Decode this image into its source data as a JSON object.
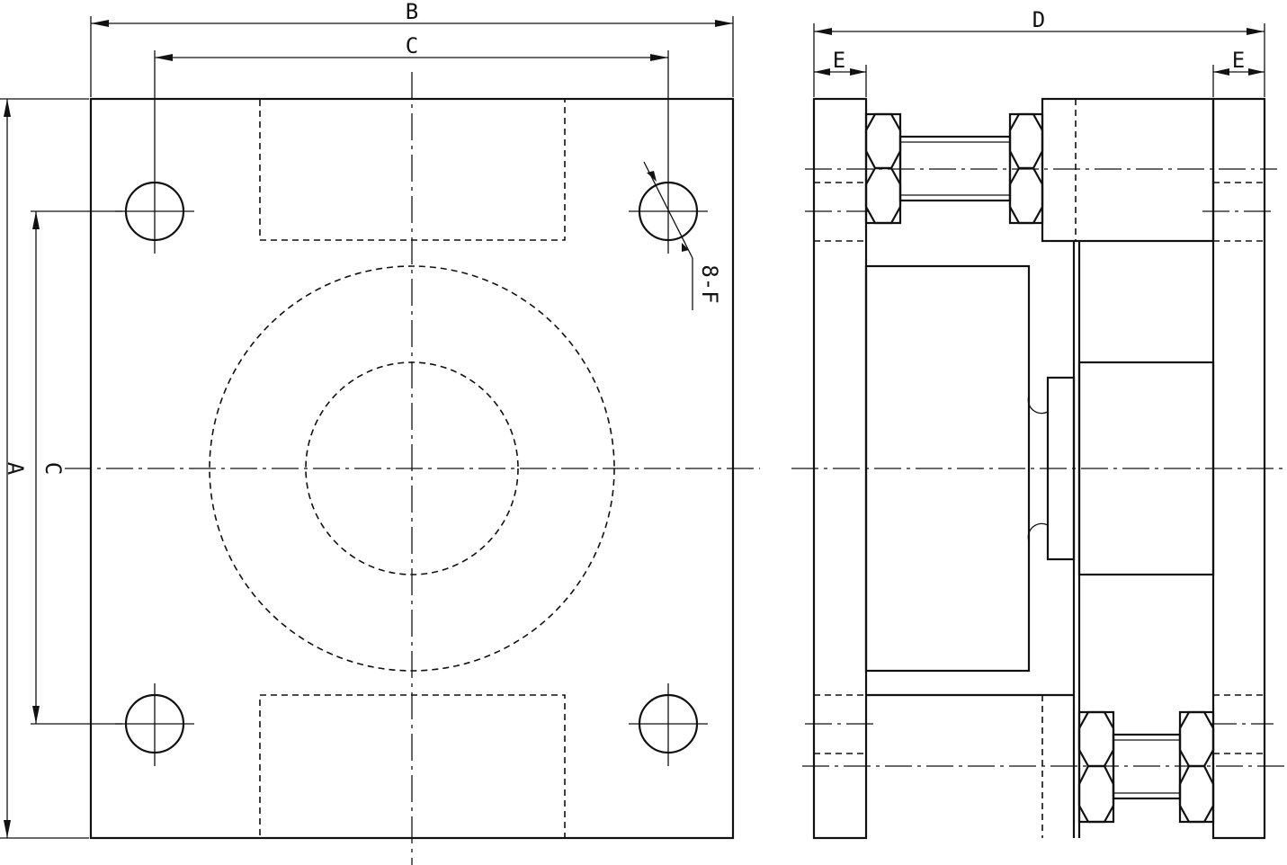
{
  "drawing": {
    "dimension_labels": {
      "a": "A",
      "b": "B",
      "c_horizontal": "C",
      "c_vertical": "C",
      "d": "D",
      "e_left": "E",
      "e_right": "E",
      "hole_callout": "8-F"
    }
  }
}
